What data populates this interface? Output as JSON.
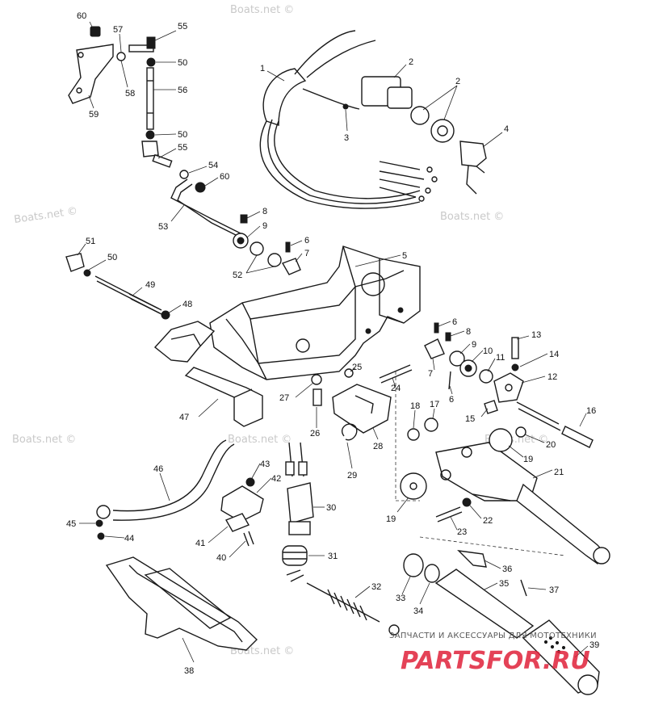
{
  "watermarks": [
    "Boats.net ©",
    "Boats.net ©",
    "Boats.net ©",
    "Boats.net ©",
    "Boats.net ©",
    "Boats.net ©",
    "Boats.net ©"
  ],
  "brand": {
    "tagline": "ЗАПЧАСТИ И АКСЕССУАРЫ ДЛЯ МОТОТЕХНИКИ",
    "name": "PARTSFOR.RU"
  },
  "callouts": [
    {
      "id": "c60a",
      "text": "60"
    },
    {
      "id": "c57",
      "text": "57"
    },
    {
      "id": "c55a",
      "text": "55"
    },
    {
      "id": "c50a",
      "text": "50"
    },
    {
      "id": "c58",
      "text": "58"
    },
    {
      "id": "c56",
      "text": "56"
    },
    {
      "id": "c59",
      "text": "59"
    },
    {
      "id": "c50b",
      "text": "50"
    },
    {
      "id": "c55b",
      "text": "55"
    },
    {
      "id": "c54",
      "text": "54"
    },
    {
      "id": "c60b",
      "text": "60"
    },
    {
      "id": "c53",
      "text": "53"
    },
    {
      "id": "c1",
      "text": "1"
    },
    {
      "id": "c2a",
      "text": "2"
    },
    {
      "id": "c2b",
      "text": "2"
    },
    {
      "id": "c3",
      "text": "3"
    },
    {
      "id": "c4",
      "text": "4"
    },
    {
      "id": "c8a",
      "text": "8"
    },
    {
      "id": "c9a",
      "text": "9"
    },
    {
      "id": "c6a",
      "text": "6"
    },
    {
      "id": "c7a",
      "text": "7"
    },
    {
      "id": "c52",
      "text": "52"
    },
    {
      "id": "c5",
      "text": "5"
    },
    {
      "id": "c51",
      "text": "51"
    },
    {
      "id": "c50c",
      "text": "50"
    },
    {
      "id": "c49",
      "text": "49"
    },
    {
      "id": "c48",
      "text": "48"
    },
    {
      "id": "c6b",
      "text": "6"
    },
    {
      "id": "c8b",
      "text": "8"
    },
    {
      "id": "c9b",
      "text": "9"
    },
    {
      "id": "c10",
      "text": "10"
    },
    {
      "id": "c11",
      "text": "11"
    },
    {
      "id": "c13",
      "text": "13"
    },
    {
      "id": "c14",
      "text": "14"
    },
    {
      "id": "c12",
      "text": "12"
    },
    {
      "id": "c7b",
      "text": "7"
    },
    {
      "id": "c6c",
      "text": "6"
    },
    {
      "id": "c25",
      "text": "25"
    },
    {
      "id": "c24",
      "text": "24"
    },
    {
      "id": "c27",
      "text": "27"
    },
    {
      "id": "c47",
      "text": "47"
    },
    {
      "id": "c26",
      "text": "26"
    },
    {
      "id": "c18",
      "text": "18"
    },
    {
      "id": "c17",
      "text": "17"
    },
    {
      "id": "c15",
      "text": "15"
    },
    {
      "id": "c16",
      "text": "16"
    },
    {
      "id": "c28",
      "text": "28"
    },
    {
      "id": "c20",
      "text": "20"
    },
    {
      "id": "c19a",
      "text": "19"
    },
    {
      "id": "c29",
      "text": "29"
    },
    {
      "id": "c21",
      "text": "21"
    },
    {
      "id": "c46",
      "text": "46"
    },
    {
      "id": "c43",
      "text": "43"
    },
    {
      "id": "c42",
      "text": "42"
    },
    {
      "id": "c30",
      "text": "30"
    },
    {
      "id": "c19b",
      "text": "19"
    },
    {
      "id": "c22",
      "text": "22"
    },
    {
      "id": "c45",
      "text": "45"
    },
    {
      "id": "c44",
      "text": "44"
    },
    {
      "id": "c41",
      "text": "41"
    },
    {
      "id": "c23",
      "text": "23"
    },
    {
      "id": "c40",
      "text": "40"
    },
    {
      "id": "c31",
      "text": "31"
    },
    {
      "id": "c36",
      "text": "36"
    },
    {
      "id": "c35",
      "text": "35"
    },
    {
      "id": "c37",
      "text": "37"
    },
    {
      "id": "c32",
      "text": "32"
    },
    {
      "id": "c33",
      "text": "33"
    },
    {
      "id": "c34",
      "text": "34"
    },
    {
      "id": "c38",
      "text": "38"
    },
    {
      "id": "c39",
      "text": "39"
    }
  ]
}
